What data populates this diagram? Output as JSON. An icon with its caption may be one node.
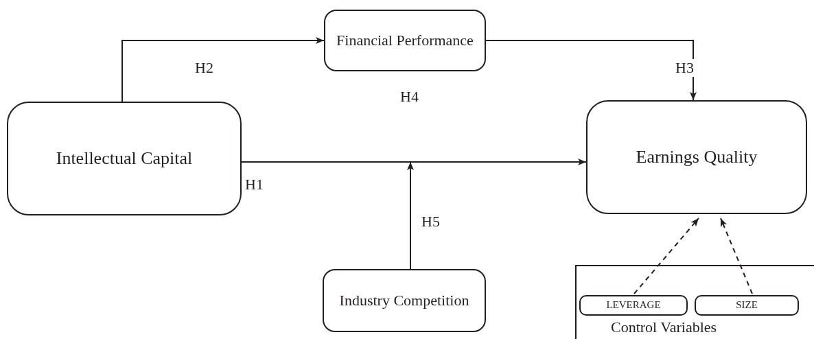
{
  "diagram": {
    "nodes": [
      {
        "text": [
          "Intellectual Capital"
        ]
      },
      {
        "text": [
          "Financial Performance"
        ]
      },
      {
        "text": [
          "Earnings Quality"
        ]
      },
      {
        "text": [
          "Control Variables"
        ]
      },
      {
        "text": [
          "LEVERAGE"
        ],
        "in": 3
      },
      {
        "text": [
          "SIZE"
        ],
        "in": 3
      },
      {
        "text": [
          "Industry Competition"
        ]
      }
    ],
    "edges": [
      {
        "from": 0,
        "to": 1,
        "arrow": "to",
        "label": "H2"
      },
      {
        "from": 1,
        "to": 2,
        "arrow": "to",
        "label": "H3"
      },
      {
        "from": 0,
        "to": 2,
        "arrow": "to",
        "label": "H1"
      },
      {
        "from": 6,
        "to": null,
        "arrow": "to",
        "label": "H5"
      },
      {
        "from": 4,
        "to": 2,
        "arrow": "to",
        "style": "dashed"
      },
      {
        "from": 5,
        "to": 2,
        "arrow": "to",
        "style": "dashed"
      }
    ],
    "labels": [
      "H4"
    ]
  }
}
